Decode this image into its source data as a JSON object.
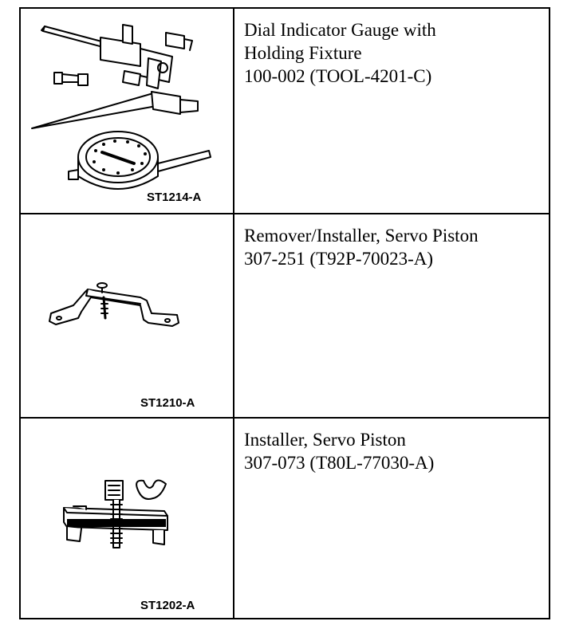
{
  "tools": [
    {
      "ref": "ST1214-A",
      "lines": [
        "Dial Indicator Gauge with",
        "Holding Fixture",
        "100-002 (TOOL-4201-C)"
      ],
      "icon": "dial-indicator-gauge-illustration"
    },
    {
      "ref": "ST1210-A",
      "lines": [
        "Remover/Installer, Servo Piston",
        "307-251 (T92P-70023-A)"
      ],
      "icon": "servo-piston-remover-installer-illustration"
    },
    {
      "ref": "ST1202-A",
      "lines": [
        "Installer, Servo Piston",
        "307-073 (T80L-77030-A)"
      ],
      "icon": "servo-piston-installer-illustration"
    }
  ]
}
